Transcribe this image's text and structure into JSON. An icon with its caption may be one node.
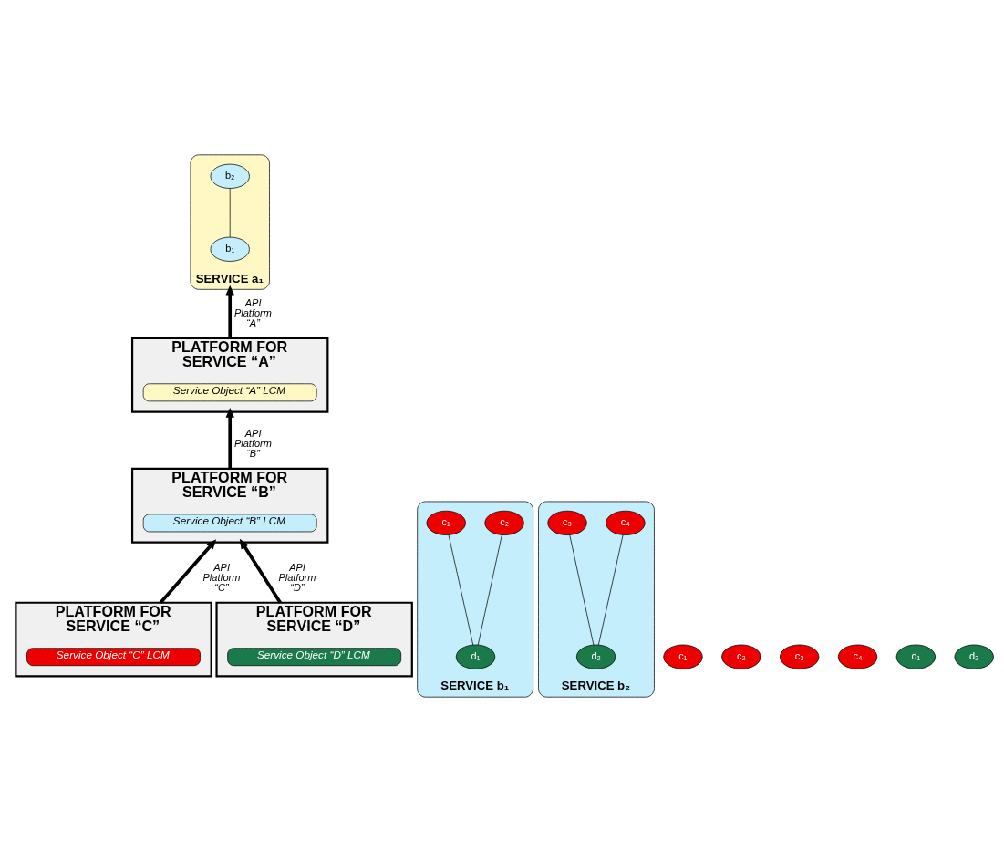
{
  "diagram": {
    "nodes": [
      {
        "text": [
          "SERVICE a₁"
        ]
      },
      {
        "text": [
          "b₁"
        ],
        "in": 0
      },
      {
        "text": [
          "b₂"
        ],
        "in": 0
      },
      {
        "text": [
          "PLATFORM FOR SERVICE “A”"
        ]
      },
      {
        "text": [
          "Service Object “A” LCM"
        ],
        "in": 3
      },
      {
        "text": [
          "SERVICE b₁"
        ]
      },
      {
        "text": [
          "d₁"
        ],
        "in": 5
      },
      {
        "text": [
          "c₁"
        ],
        "in": 5
      },
      {
        "text": [
          "c₂"
        ],
        "in": 5
      },
      {
        "text": [
          "SERVICE b₂"
        ]
      },
      {
        "text": [
          "d₂"
        ],
        "in": 9
      },
      {
        "text": [
          "c₃"
        ],
        "in": 9
      },
      {
        "text": [
          "c₄"
        ],
        "in": 9
      },
      {
        "text": [
          "PLATFORM FOR SERVICE “B”"
        ]
      },
      {
        "text": [
          "Service Object “B” LCM"
        ],
        "in": 13
      },
      {
        "text": [
          "c₁"
        ]
      },
      {
        "text": [
          "c₂"
        ]
      },
      {
        "text": [
          "c₃"
        ]
      },
      {
        "text": [
          "c₄"
        ]
      },
      {
        "text": [
          "d₁"
        ]
      },
      {
        "text": [
          "d₂"
        ]
      },
      {
        "text": [
          "PLATFORM FOR SERVICE “C”"
        ]
      },
      {
        "text": [
          "Service Object “C” LCM"
        ],
        "in": 21
      },
      {
        "text": [
          "PLATFORM FOR SERVICE “D”"
        ]
      },
      {
        "text": [
          "Service Object “D” LCM"
        ],
        "in": 23
      }
    ],
    "edges": [
      {
        "from": 1,
        "to": 2,
        "arrow": "none"
      },
      {
        "from": 3,
        "to": 0,
        "arrow": "to",
        "label": "API Platform “A”",
        "style": "thick"
      },
      {
        "from": 6,
        "to": 7,
        "arrow": "none"
      },
      {
        "from": 6,
        "to": 8,
        "arrow": "none"
      },
      {
        "from": 10,
        "to": 11,
        "arrow": "none"
      },
      {
        "from": 10,
        "to": 12,
        "arrow": "none"
      },
      {
        "from": 13,
        "to": 3,
        "arrow": "to",
        "label": "API Platform “B”",
        "style": "thick"
      },
      {
        "from": 21,
        "to": 13,
        "arrow": "to",
        "label": "API Platform “C”",
        "style": "thick"
      },
      {
        "from": 23,
        "to": 13,
        "arrow": "to",
        "label": "API Platform “D”",
        "style": "thick"
      }
    ]
  }
}
